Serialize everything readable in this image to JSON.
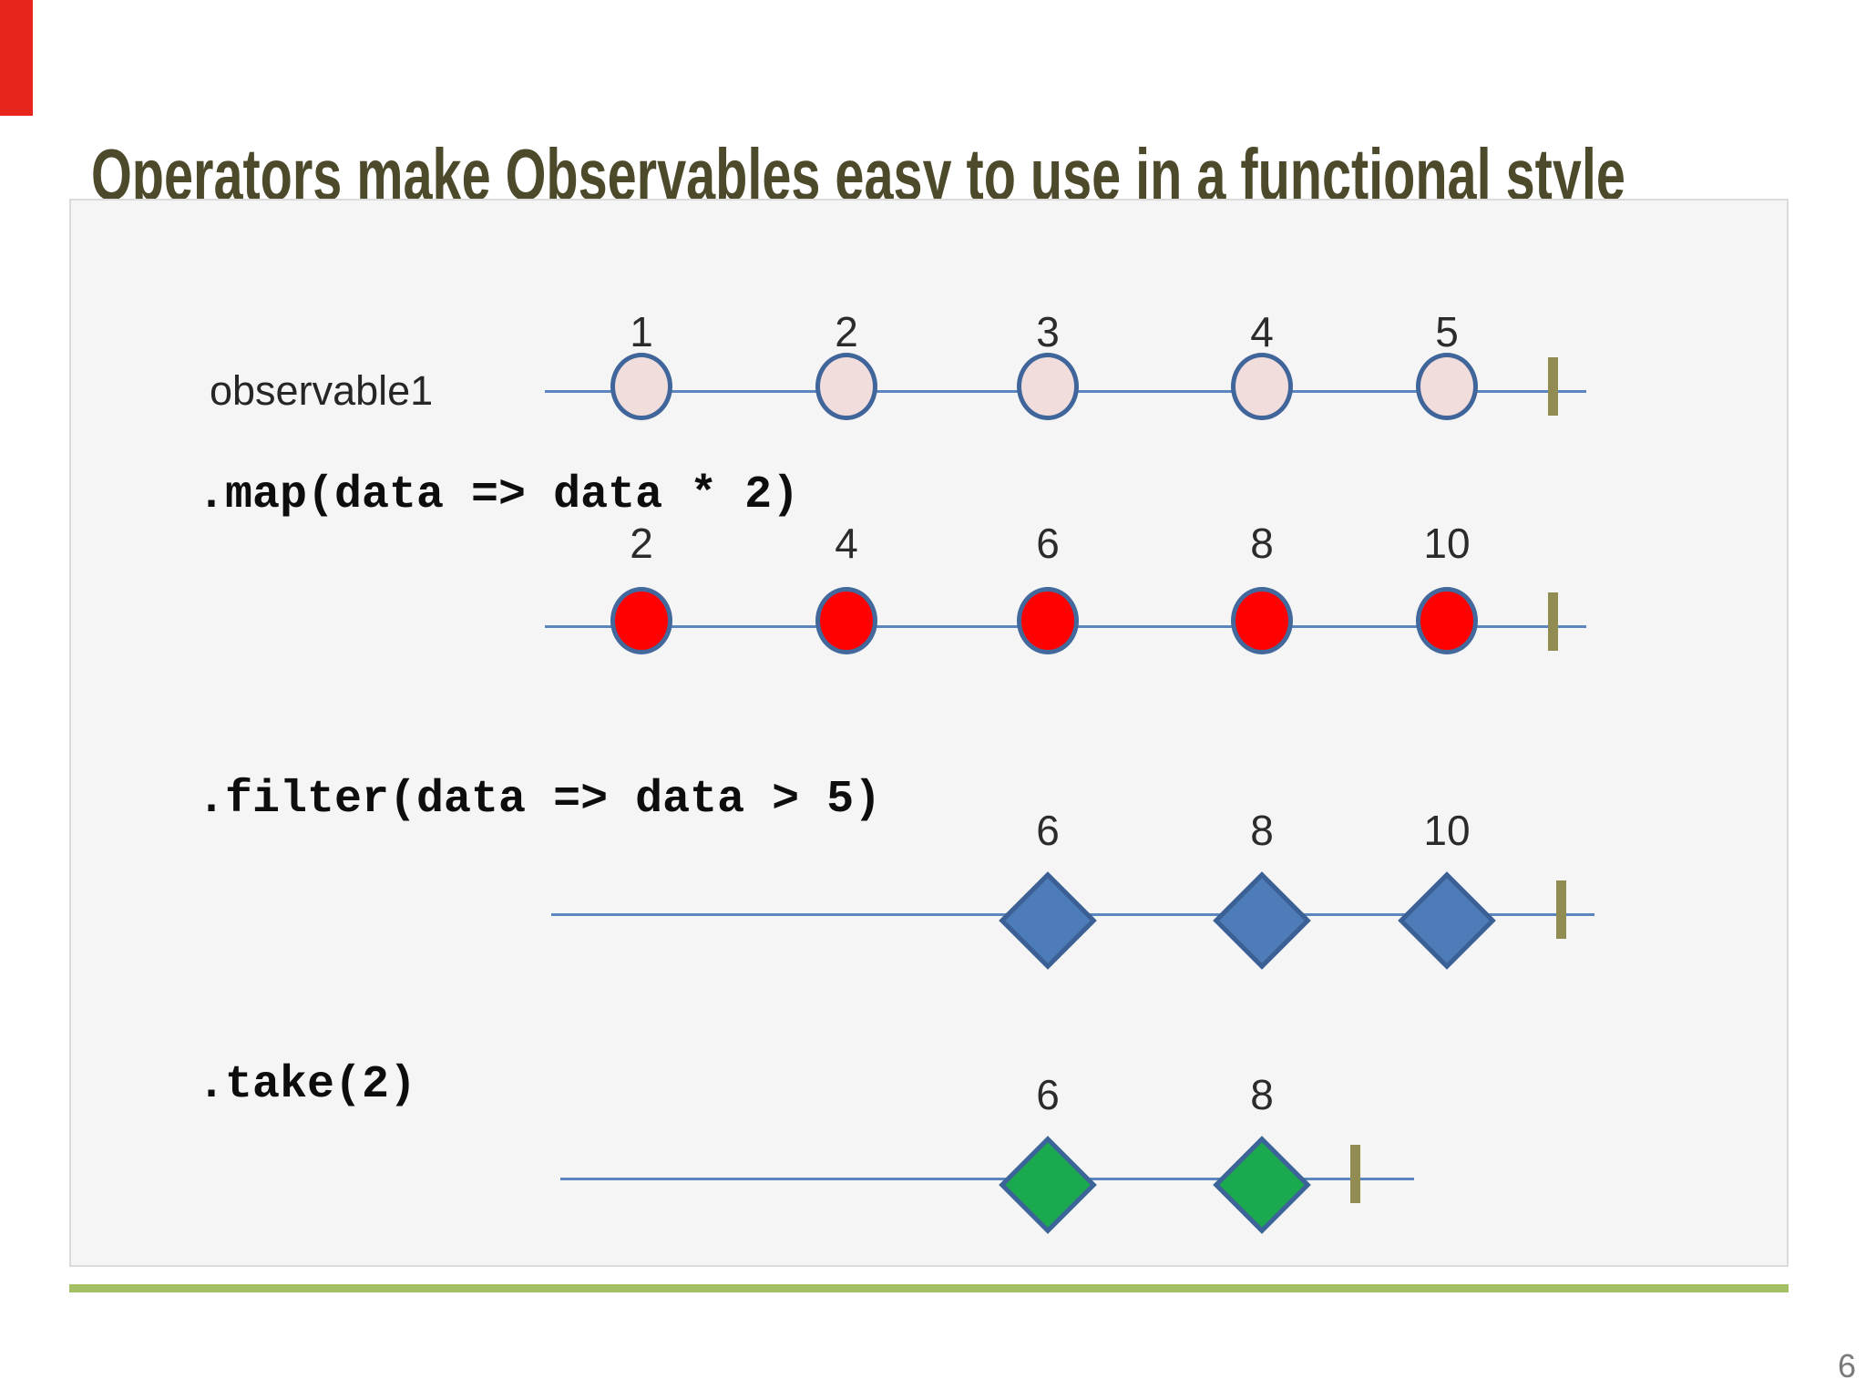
{
  "slide": {
    "title": "Operators make Observables easy to use in a functional style",
    "page_number": "6"
  },
  "colors": {
    "title": "#4c4a2a",
    "corner_flag": "#e8251c",
    "accent_bar": "#a3c064",
    "timeline": "#5b87be",
    "terminal_tick": "#918d52",
    "panel_bg": "#f6f5f5",
    "panel_border": "#dcdbdb",
    "code_text": "#0d0d0d"
  },
  "diagram": {
    "rows": [
      {
        "id": "observable1",
        "label": "observable1",
        "label_style": "plain",
        "marble_shape": "ellipse",
        "marble_fill": "#f2dddd",
        "marble_stroke": "#3f659a",
        "marbles": [
          {
            "value": "1",
            "col": 0
          },
          {
            "value": "2",
            "col": 1
          },
          {
            "value": "3",
            "col": 2
          },
          {
            "value": "4",
            "col": 3
          },
          {
            "value": "5",
            "col": 4
          }
        ]
      },
      {
        "id": "map",
        "label": ".map(data => data * 2)",
        "label_style": "code",
        "marble_shape": "ellipse",
        "marble_fill": "#fe0202",
        "marble_stroke": "#42689c",
        "marbles": [
          {
            "value": "2",
            "col": 0
          },
          {
            "value": "4",
            "col": 1
          },
          {
            "value": "6",
            "col": 2
          },
          {
            "value": "8",
            "col": 3
          },
          {
            "value": "10",
            "col": 4
          }
        ]
      },
      {
        "id": "filter",
        "label": ".filter(data => data > 5)",
        "label_style": "code",
        "marble_shape": "diamond",
        "marble_fill": "#4d7cb8",
        "marble_stroke": "#3a6095",
        "marbles": [
          {
            "value": "6",
            "col": 2
          },
          {
            "value": "8",
            "col": 3
          },
          {
            "value": "10",
            "col": 4
          }
        ]
      },
      {
        "id": "take",
        "label": ".take(2)",
        "label_style": "code",
        "marble_shape": "diamond",
        "marble_fill": "#1aa94e",
        "marble_stroke": "#3c639a",
        "marbles": [
          {
            "value": "6",
            "col": 2
          },
          {
            "value": "8",
            "col": 3
          }
        ]
      }
    ]
  }
}
